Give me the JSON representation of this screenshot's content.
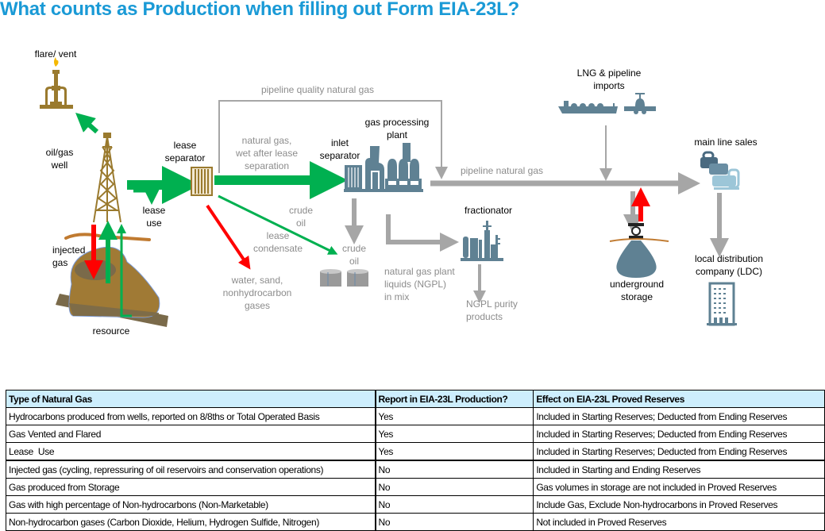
{
  "title": "What counts as Production when filling out Form EIA-23L?",
  "colors": {
    "title": "#1a9ad6",
    "green_flow": "#00b050",
    "red_flow": "#ff0000",
    "gray_flow": "#a6a6a6",
    "equipment_brown": "#9a7a2e",
    "equipment_blue": "#5f8193",
    "table_header_bg": "#cdeefd"
  },
  "diagram": {
    "nodes": {
      "flare_vent": "flare/ vent",
      "oil_gas_well_1": "oil/gas",
      "oil_gas_well_2": "well",
      "lease_separator_1": "lease",
      "lease_separator_2": "separator",
      "lease_use_1": "lease",
      "lease_use_2": "use",
      "injected_gas_1": "injected",
      "injected_gas_2": "gas",
      "resource": "resource",
      "inlet_separator_1": "inlet",
      "inlet_separator_2": "separator",
      "gas_processing_plant_1": "gas processing",
      "gas_processing_plant_2": "plant",
      "fractionator": "fractionator",
      "lng_imports_1": "LNG & pipeline",
      "lng_imports_2": "imports",
      "main_line_sales": "main line sales",
      "underground_storage_1": "underground",
      "underground_storage_2": "storage",
      "ldc_1": "local distribution",
      "ldc_2": "company (LDC)"
    },
    "flows": {
      "pipeline_quality": "pipeline quality natural gas",
      "wet_gas_1": "natural gas,",
      "wet_gas_2": "wet after lease",
      "wet_gas_3": "separation",
      "pipeline_natural_gas": "pipeline natural gas",
      "crude_oil_flow_1": "crude",
      "crude_oil_flow_2": "oil",
      "lease_condensate_1": "lease",
      "lease_condensate_2": "condensate",
      "crude_oil_tank_1": "crude",
      "crude_oil_tank_2": "oil",
      "water_sand_1": "water, sand,",
      "water_sand_2": "nonhydrocarbon",
      "water_sand_3": "gases",
      "ngpl_mix_1": "natural gas plant",
      "ngpl_mix_2": "liquids (NGPL)",
      "ngpl_mix_3": "in mix",
      "ngpl_purity_1": "NGPL purity",
      "ngpl_purity_2": "products"
    }
  },
  "table": {
    "headers": [
      "Type of Natural Gas",
      "Report in EIA-23L Production?",
      "Effect on EIA-23L Proved Reserves"
    ],
    "rows": [
      [
        "Hydrocarbons produced from wells, reported on 8/8ths or Total Operated Basis",
        "Yes",
        "Included in Starting Reserves; Deducted from Ending Reserves"
      ],
      [
        "Gas Vented and Flared",
        "Yes",
        "Included in Starting Reserves; Deducted from Ending Reserves"
      ],
      [
        "Lease  Use",
        "Yes",
        "Included in Starting Reserves; Deducted from Ending Reserves"
      ],
      [
        "Injected gas (cycling, repressuring of oil reservoirs and conservation operations)",
        "No",
        "Included in Starting and Ending Reserves"
      ],
      [
        "Gas produced from Storage",
        "No",
        "Gas volumes in storage are not included in Proved Reserves"
      ],
      [
        "Gas with high percentage of Non-hydrocarbons (Non-Marketable)",
        "No",
        "Include Gas, Exclude Non-hydrocarbons in Proved Reserves"
      ],
      [
        "Non-hydrocarbon gases (Carbon Dioxide, Helium, Hydrogen Sulfide, Nitrogen)",
        "No",
        "Not included in Proved Reserves"
      ]
    ]
  }
}
